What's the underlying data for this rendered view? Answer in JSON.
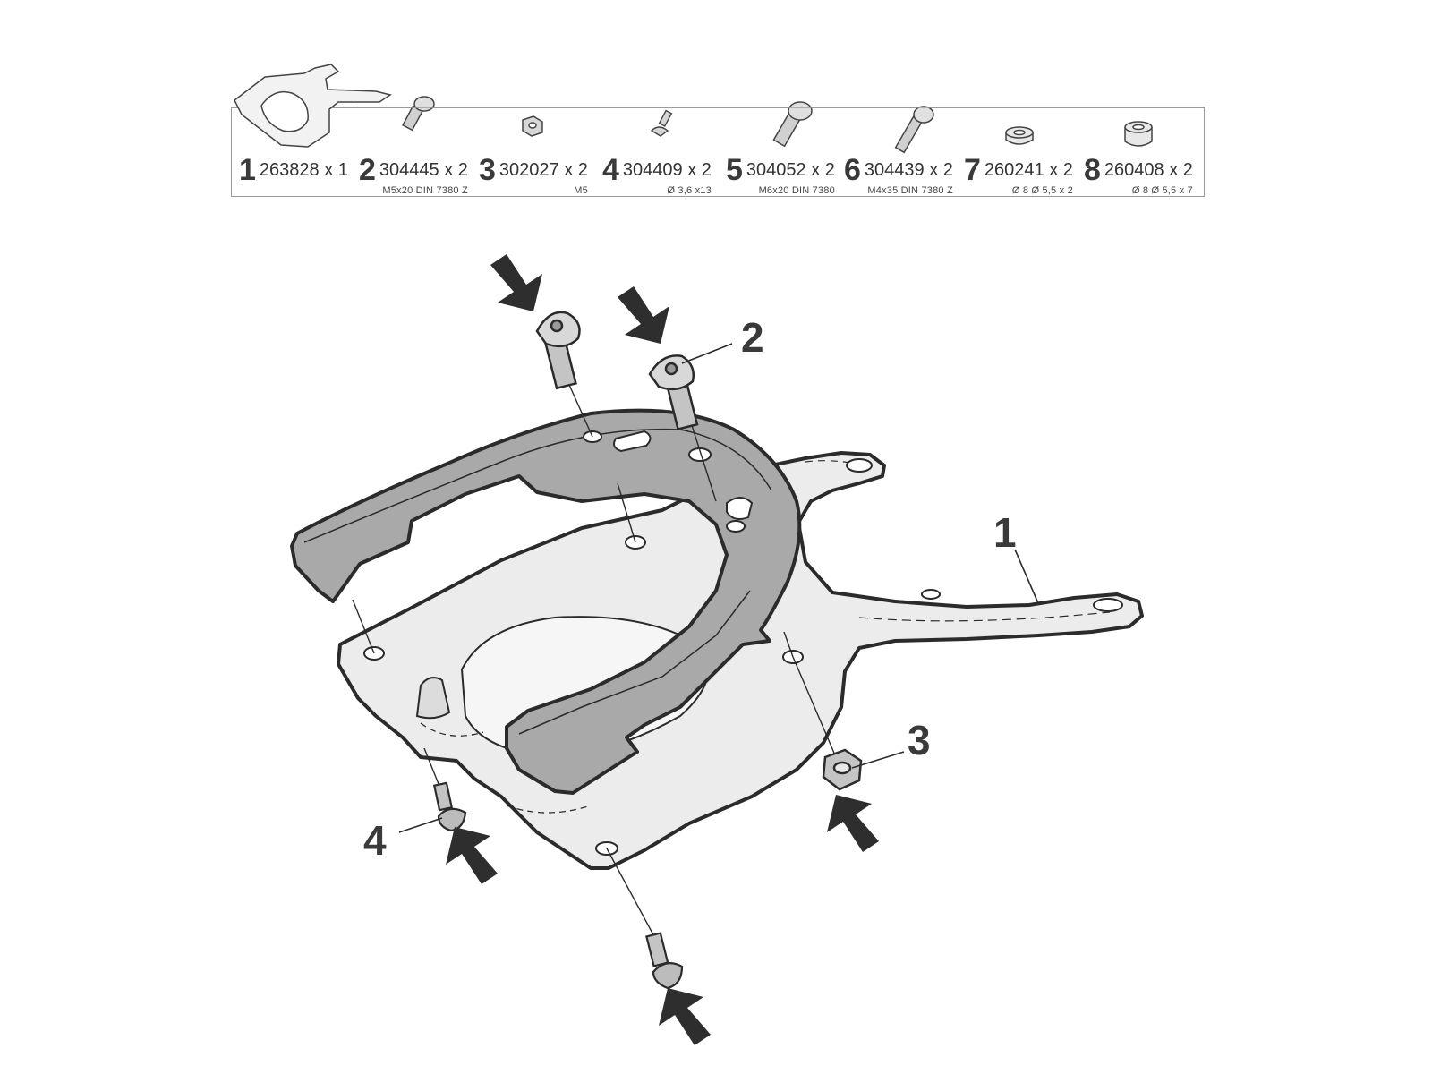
{
  "colors": {
    "outline": "#2b2b2b",
    "bracket_fill": "#a9a9a9",
    "plate_fill": "#ececec",
    "hardware_fill": "#c4c4c4",
    "arrow_fill": "#2e2e2e",
    "text": "#333333"
  },
  "parts_list": [
    {
      "num": "1",
      "code": "263828 x 1",
      "spec": ""
    },
    {
      "num": "2",
      "code": "304445 x 2",
      "spec": "M5x20 DIN 7380 Z"
    },
    {
      "num": "3",
      "code": "302027 x 2",
      "spec": "M5"
    },
    {
      "num": "4",
      "code": "304409 x 2",
      "spec": "Ø 3,6 x13"
    },
    {
      "num": "5",
      "code": "304052 x 2",
      "spec": "M6x20 DIN 7380"
    },
    {
      "num": "6",
      "code": "304439 x 2",
      "spec": "M4x35 DIN 7380 Z"
    },
    {
      "num": "7",
      "code": "260241 x 2",
      "spec": "Ø 8 Ø 5,5 x 2"
    },
    {
      "num": "8",
      "code": "260408 x 2",
      "spec": "Ø 8 Ø 5,5 x 7"
    }
  ],
  "callouts": {
    "c1": "1",
    "c2": "2",
    "c3": "3",
    "c4": "4"
  }
}
